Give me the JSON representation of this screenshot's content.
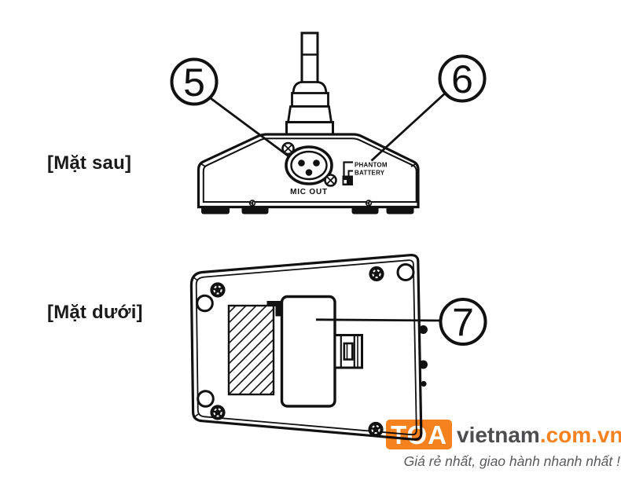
{
  "colors": {
    "line": "#111111",
    "background": "#ffffff",
    "logo_orange": "#F5821F",
    "logo_dark_gray": "#4D4D4F",
    "logo_tagline_gray": "#58595B"
  },
  "labels": {
    "back_view": "[Mặt sau]",
    "bottom_view": "[Mặt dưới]"
  },
  "back_view": {
    "callout_5": "5",
    "callout_6": "6",
    "mic_out": "MIC OUT",
    "switch_label_top": "PHANTOM",
    "switch_label_bottom": "BATTERY"
  },
  "bottom_view": {
    "callout_7": "7"
  },
  "logo": {
    "brand": "TOA",
    "site": "vietnam",
    "domain": ".com.vn",
    "tagline": "Giá rẻ nhất, giao hành nhanh nhất !"
  }
}
